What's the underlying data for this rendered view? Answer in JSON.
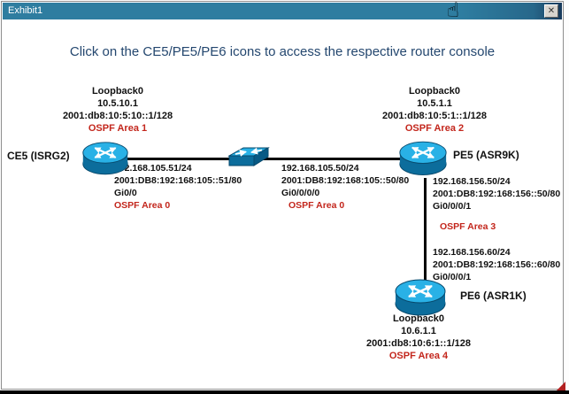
{
  "window": {
    "title": "Exhibit1"
  },
  "icons": {
    "close": "✕",
    "cursor": "☝"
  },
  "heading": "Click on the CE5/PE5/PE6 icons to access the respective router console",
  "colors": {
    "titlebar_teal": "#2e7da0",
    "heading_navy": "#24476f",
    "ospf_red": "#c3261c",
    "device_cyan": "#29b1e6",
    "link_line": "#000000"
  },
  "devices": {
    "ce5": {
      "name": "CE5 (ISRG2)",
      "loopback_name": "Loopback0",
      "loopback_ipv4": "10.5.10.1",
      "loopback_ipv6": "2001:db8:10:5:10::1/128",
      "loopback_area": "OSPF Area 1"
    },
    "pe5": {
      "name": "PE5 (ASR9K)",
      "loopback_name": "Loopback0",
      "loopback_ipv4": "10.5.1.1",
      "loopback_ipv6": "2001:db8:10:5:1::1/128",
      "loopback_area": "OSPF Area 2"
    },
    "pe6": {
      "name": "PE6 (ASR1K)",
      "loopback_name": "Loopback0",
      "loopback_ipv4": "10.6.1.1",
      "loopback_ipv6": "2001:db8:10:6:1::1/128",
      "loopback_area": "OSPF Area 4"
    }
  },
  "links": {
    "ce5_lan": {
      "ipv4": "192.168.105.51/24",
      "ipv6": "2001:DB8:192:168:105::51/80",
      "interface": "Gi0/0",
      "area": "OSPF Area 0"
    },
    "pe5_lan": {
      "ipv4": "192.168.105.50/24",
      "ipv6": "2001:DB8:192:168:105::50/80",
      "interface": "Gi0/0/0/0",
      "area": "OSPF Area 0"
    },
    "pe5_to_pe6": {
      "ipv4": "192.168.156.50/24",
      "ipv6": "2001:DB8:192:168:156::50/80",
      "interface": "Gi0/0/0/1",
      "area": "OSPF Area 3"
    },
    "pe6_to_pe5": {
      "ipv4": "192.168.156.60/24",
      "ipv6": "2001:DB8:192:168:156::60/80",
      "interface": "Gi0/0/0/1"
    }
  }
}
